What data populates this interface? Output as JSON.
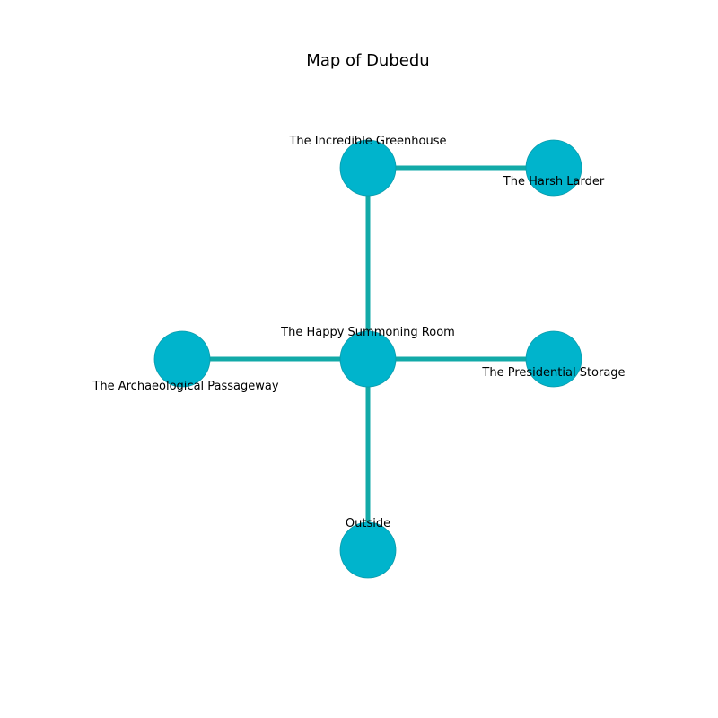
{
  "title": "Map of Dubedu",
  "colors": {
    "node_fill": "#00b4cc",
    "node_stroke": "#0a9aaa",
    "edge": "#12aaa8",
    "text": "#000000"
  },
  "rooms": [
    {
      "id": "greenhouse",
      "label": "The Incredible Greenhouse"
    },
    {
      "id": "larder",
      "label": "The Harsh Larder"
    },
    {
      "id": "summoning",
      "label": "The Happy Summoning Room"
    },
    {
      "id": "passageway",
      "label": "The Archaeological Passageway"
    },
    {
      "id": "storage",
      "label": "The Presidential Storage"
    },
    {
      "id": "outside",
      "label": "Outside"
    }
  ],
  "connections": [
    {
      "from": "greenhouse",
      "to": "larder"
    },
    {
      "from": "greenhouse",
      "to": "summoning"
    },
    {
      "from": "summoning",
      "to": "passageway"
    },
    {
      "from": "summoning",
      "to": "storage"
    },
    {
      "from": "summoning",
      "to": "outside"
    }
  ]
}
